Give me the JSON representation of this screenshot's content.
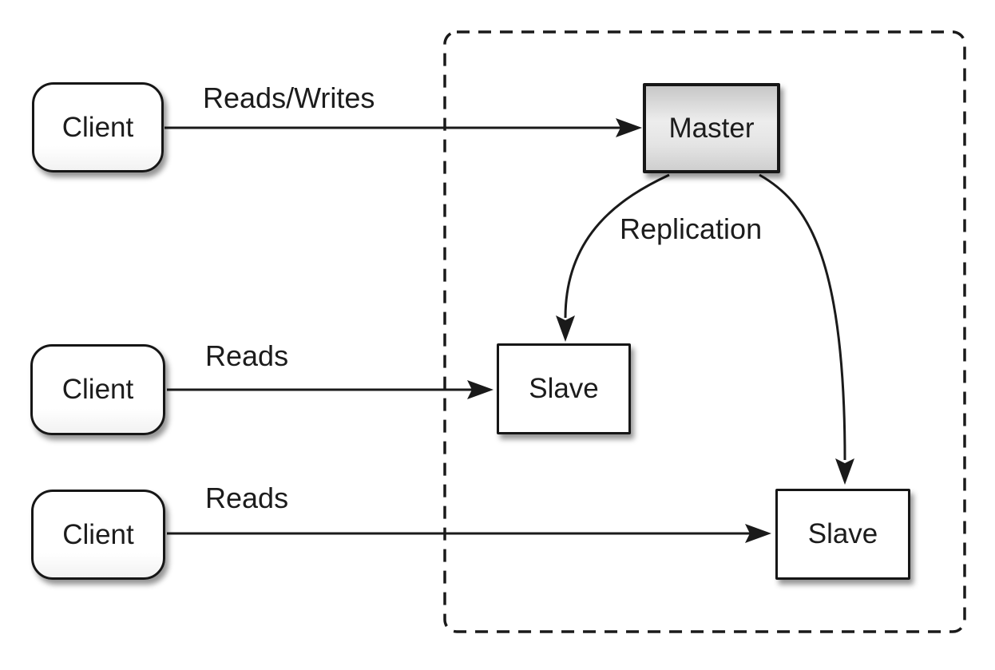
{
  "diagram": {
    "kind": "master-slave-replication-topology"
  },
  "nodes": {
    "clients": [
      {
        "label": "Client"
      },
      {
        "label": "Client"
      },
      {
        "label": "Client"
      }
    ],
    "master": {
      "label": "Master"
    },
    "slaves": [
      {
        "label": "Slave"
      },
      {
        "label": "Slave"
      }
    ]
  },
  "edges": {
    "reads_writes": {
      "label": "Reads/Writes"
    },
    "reads_top": {
      "label": "Reads"
    },
    "reads_bottom": {
      "label": "Reads"
    },
    "replication": {
      "label": "Replication"
    }
  },
  "colors": {
    "background": "#ffffff",
    "stroke": "#1a1a1a",
    "node_fill": "#ffffff",
    "master_fill_top": "#c7c7c7",
    "master_fill_mid": "#ededed",
    "master_fill_bottom": "#cfcfcf",
    "text": "#1c1c1c"
  }
}
